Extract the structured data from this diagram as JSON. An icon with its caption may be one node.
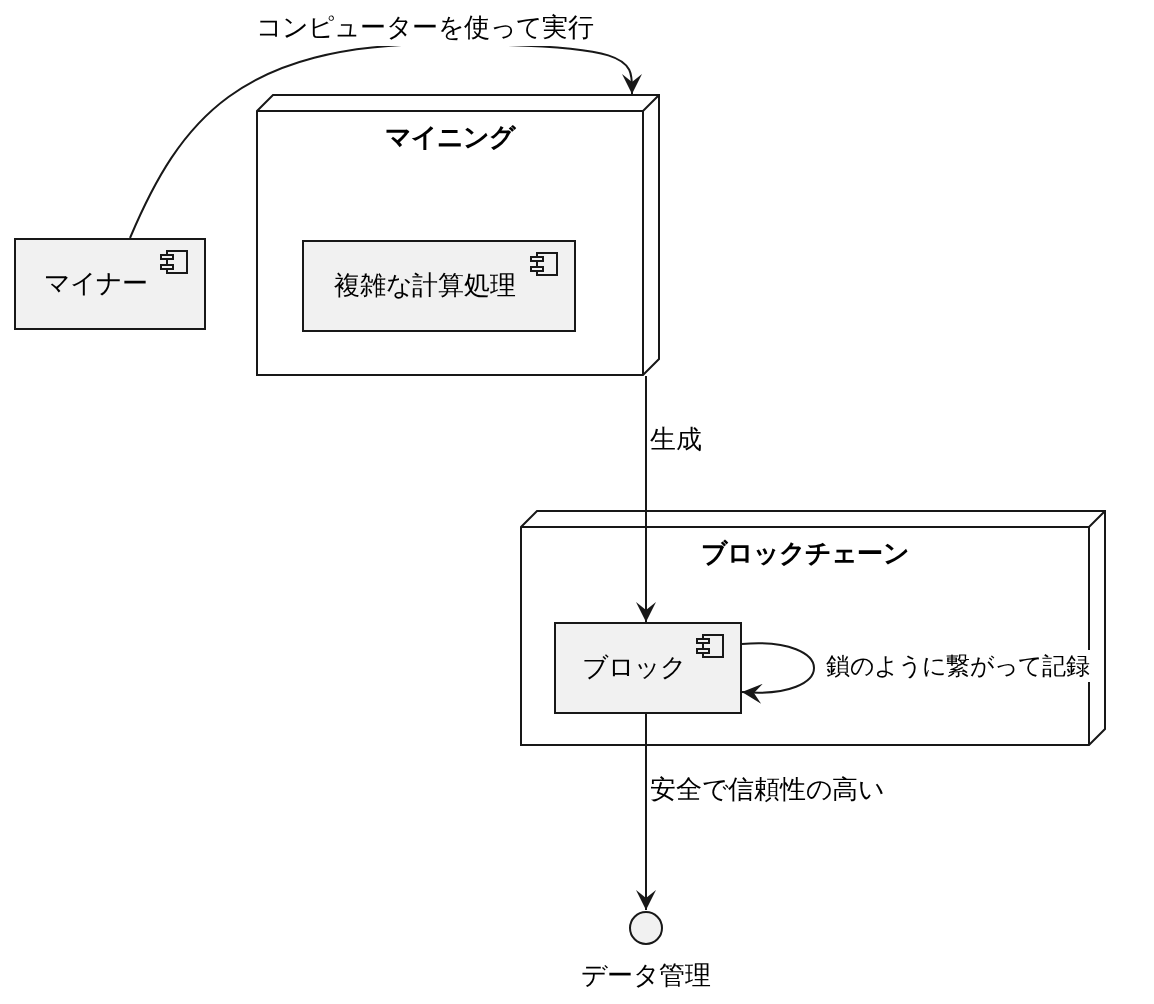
{
  "diagram": {
    "nodes": [
      {
        "text": [
          "マイニング"
        ]
      },
      {
        "text": [
          "複雑な計算処理"
        ],
        "in": 0
      },
      {
        "text": [
          "マイナー"
        ]
      },
      {
        "text": [
          "ブロックチェーン"
        ]
      },
      {
        "text": [
          "ブロック"
        ],
        "in": 3
      },
      {
        "text": [
          "データ管理"
        ]
      }
    ],
    "edges": [
      {
        "from": 2,
        "to": 0,
        "arrow": "to",
        "label": "コンピューターを使って実行"
      },
      {
        "from": 0,
        "to": 4,
        "arrow": "to",
        "label": "生成"
      },
      {
        "from": 4,
        "to": 4,
        "arrow": "to",
        "label": "鎖のように繋がって記録"
      },
      {
        "from": 4,
        "to": 5,
        "arrow": "to",
        "label": "安全で信頼性の高い"
      }
    ]
  }
}
